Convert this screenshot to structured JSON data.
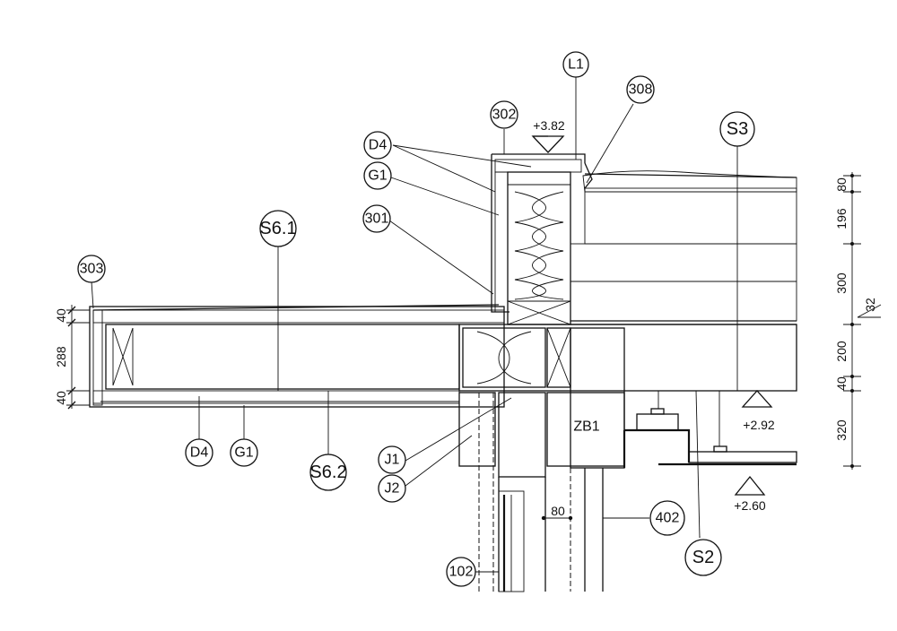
{
  "labels": {
    "L1": "L1",
    "l302": "302",
    "l308": "308",
    "S3": "S3",
    "D4_top": "D4",
    "G1_top": "G1",
    "l301": "301",
    "S6_1": "S6.1",
    "l303": "303",
    "D4_bottom": "D4",
    "G1_bottom": "G1",
    "S6_2": "S6.2",
    "J1": "J1",
    "J2": "J2",
    "ZB1": "ZB1",
    "l402": "402",
    "S2": "S2",
    "l102": "102"
  },
  "levels": {
    "top": "+3.82",
    "mid": "+2.92",
    "low": "+2.60"
  },
  "dimensions": {
    "left": [
      "40",
      "288",
      "40"
    ],
    "right": [
      "80",
      "196",
      "300",
      "200",
      "40",
      "320"
    ],
    "slope": "32",
    "gap": "80"
  }
}
